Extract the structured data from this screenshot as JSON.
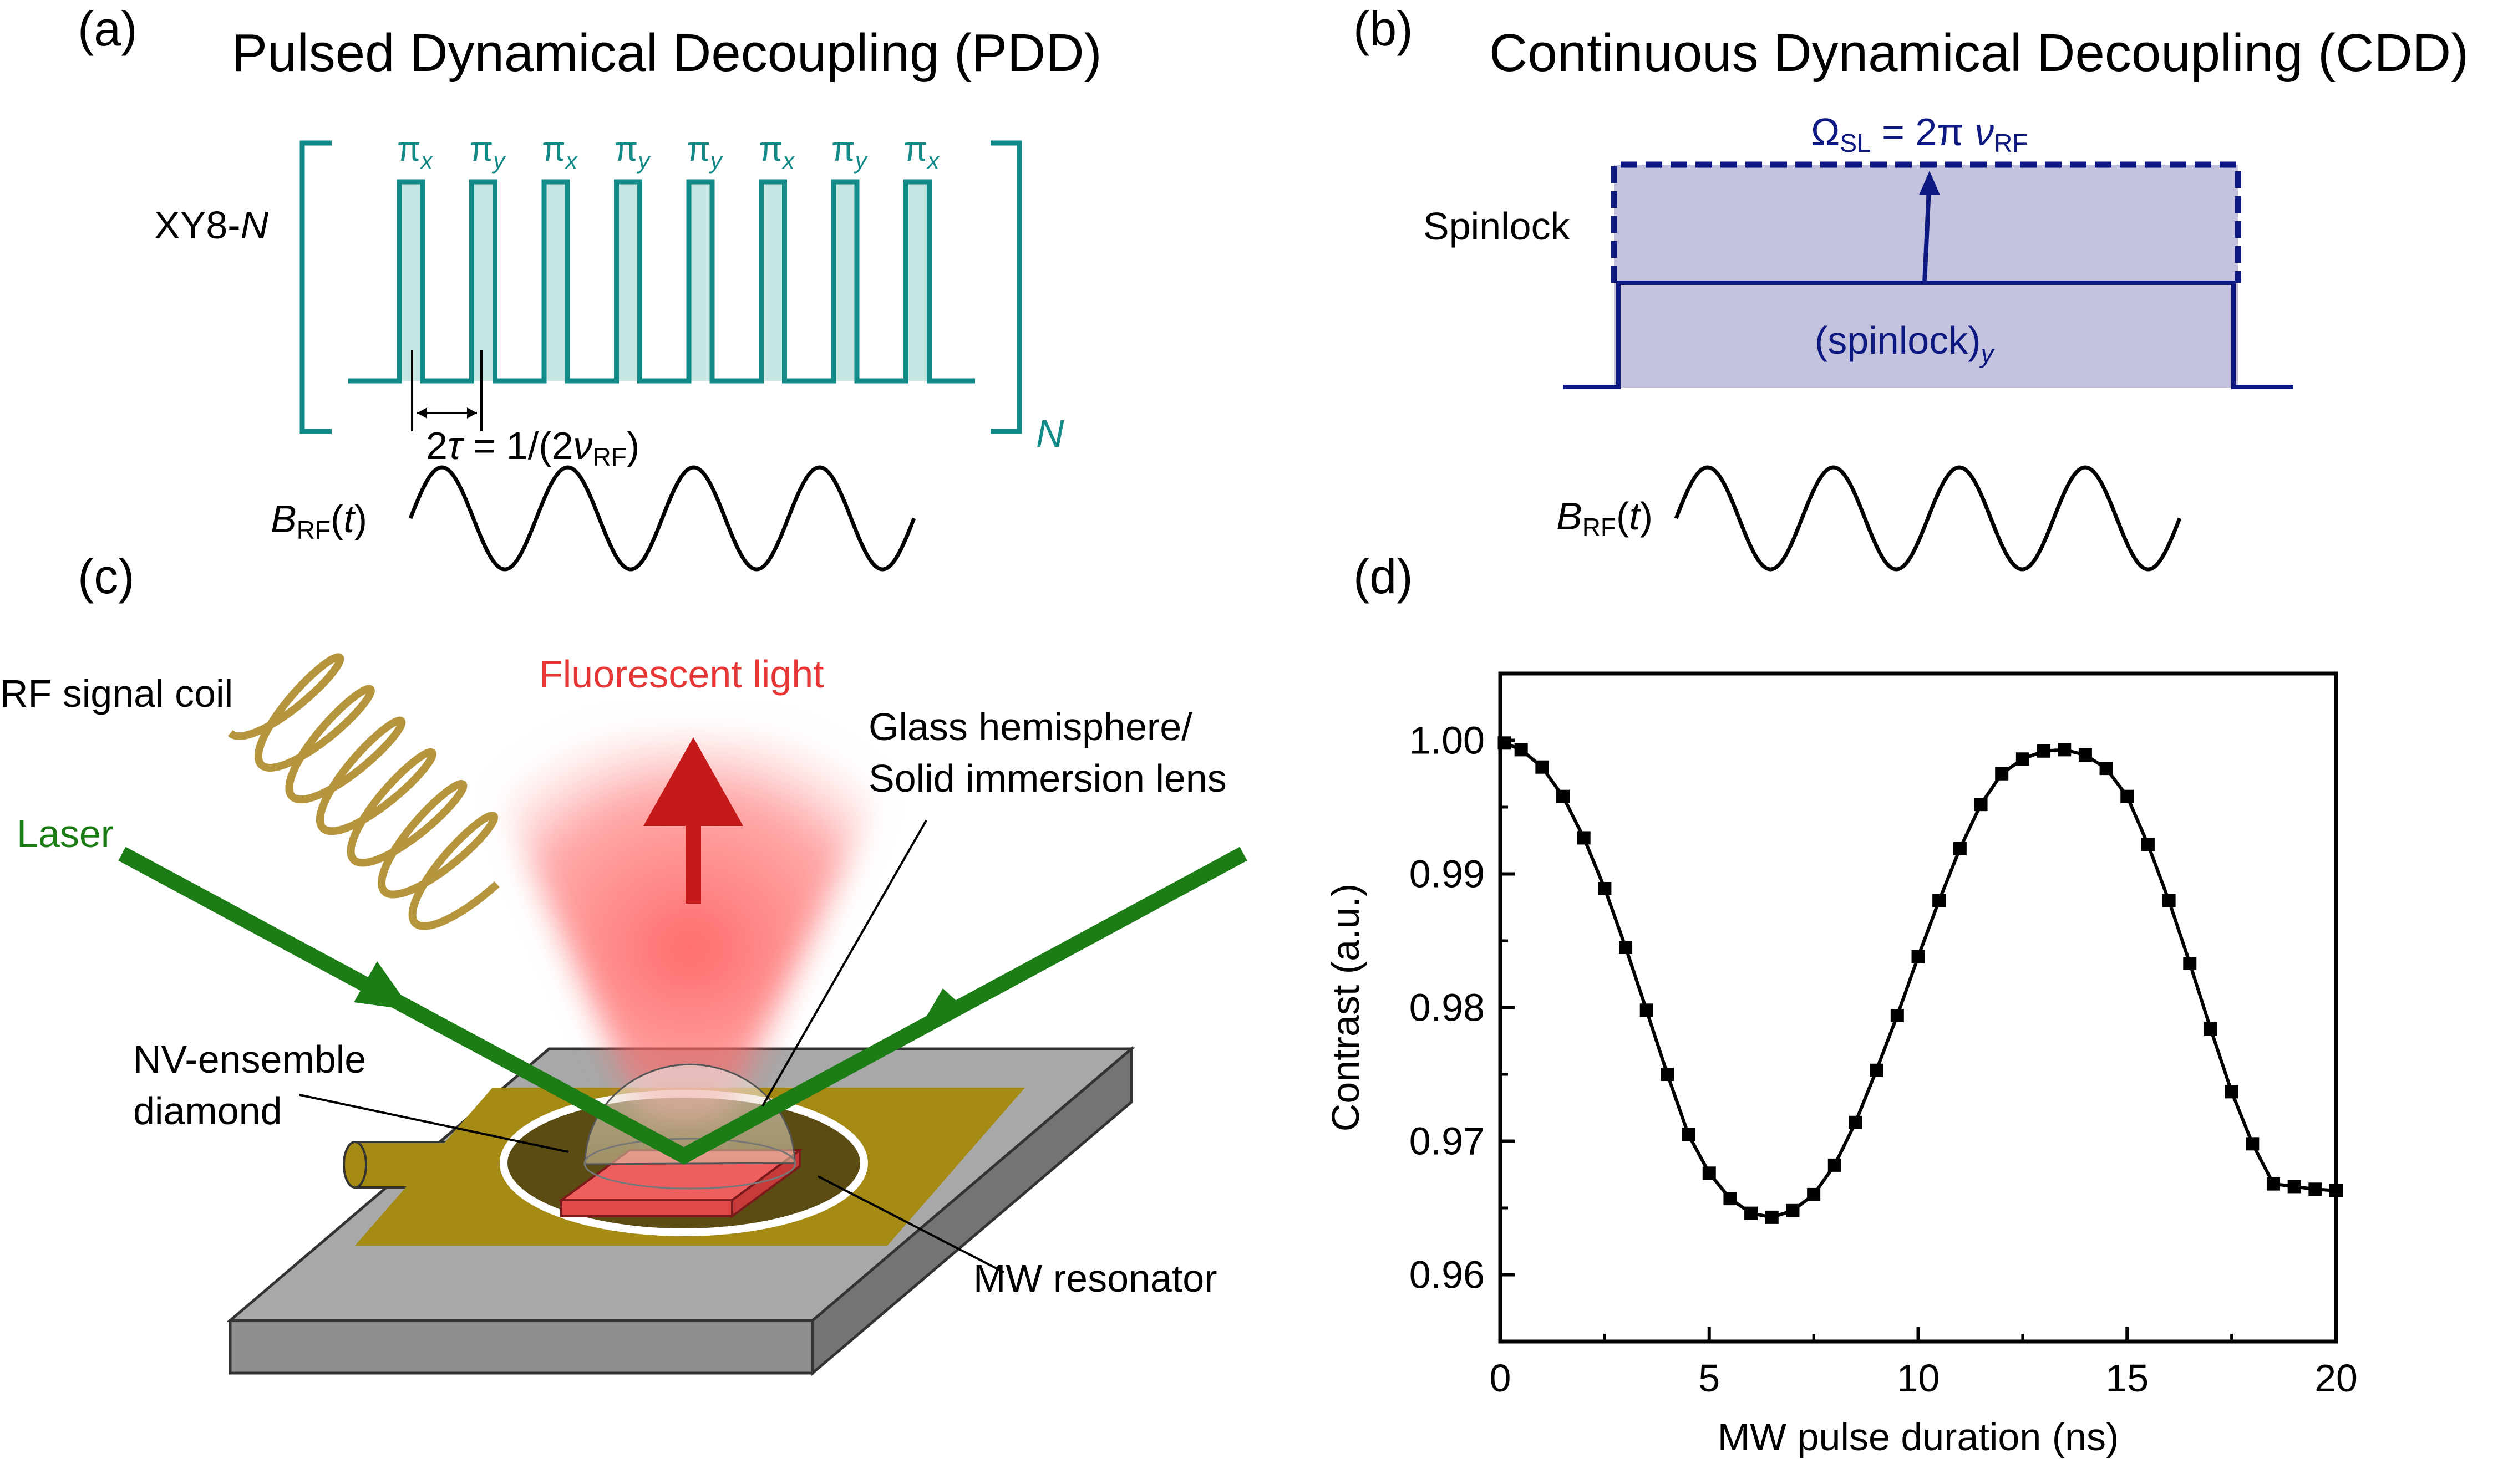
{
  "panels": {
    "a": {
      "tag": "(a)",
      "title": "Pulsed Dynamical Decoupling (PDD)",
      "sequence_label_main": "XY8-",
      "sequence_label_italic": "N",
      "repeat_label": "N",
      "pulses": [
        {
          "axis": "x"
        },
        {
          "axis": "y"
        },
        {
          "axis": "x"
        },
        {
          "axis": "y"
        },
        {
          "axis": "y"
        },
        {
          "axis": "x"
        },
        {
          "axis": "y"
        },
        {
          "axis": "x"
        }
      ],
      "pulse_symbol": "π",
      "spacing_label": {
        "prefix": "2",
        "tau": "τ",
        "eq": " = 1/(2",
        "nu": "ν",
        "sub": "RF",
        "close": ")"
      },
      "field_label": {
        "B": "B",
        "sub": "RF",
        "open": "(",
        "t": "t",
        "close": ")"
      }
    },
    "b": {
      "tag": "(b)",
      "title": "Continuous Dynamical Decoupling (CDD)",
      "omega_label": {
        "omega": "Ω",
        "sub": "SL",
        "eq": " = 2π ",
        "nu": "ν",
        "sub2": "RF"
      },
      "spinlock_label": "Spinlock",
      "pulse_label": {
        "main": "(spinlock)",
        "sub": "y"
      },
      "field_label": {
        "B": "B",
        "sub": "RF",
        "open": "(",
        "t": "t",
        "close": ")"
      }
    },
    "c": {
      "tag": "(c)",
      "labels": {
        "rf_coil": "RF signal coil",
        "fluorescent": "Fluorescent light",
        "laser": "Laser",
        "hemisphere_1": "Glass hemisphere/",
        "hemisphere_2": "Solid immersion lens",
        "diamond_1": "NV-ensemble",
        "diamond_2": "diamond",
        "resonator": "MW resonator"
      }
    },
    "d": {
      "tag": "(d)"
    }
  },
  "colors": {
    "pdd": "#128a87",
    "pdd_fill": "#c6e6e3",
    "cdd": "#0d1880",
    "cdd_fill": "#c3c3e0",
    "laser": "#1c7d16",
    "fluorescence": "#e53535",
    "coil": "#b5953d",
    "board": "#a8a8a8",
    "resonator": "#a58a14",
    "diamond": "#ee5e5e"
  },
  "chart_data": {
    "type": "line",
    "xlabel": "MW pulse duration (ns)",
    "ylabel": "Contrast (a.u.)",
    "xlim": [
      0,
      20
    ],
    "ylim": [
      0.955,
      1.005
    ],
    "xticks": [
      0,
      5,
      10,
      15,
      20
    ],
    "yticks": [
      0.96,
      0.97,
      0.98,
      0.99,
      1.0
    ],
    "ytick_labels": [
      "0.96",
      "0.97",
      "0.98",
      "0.99",
      "1.00"
    ],
    "marker": "square",
    "series": [
      {
        "x": [
          0.1,
          0.5,
          1.0,
          1.5,
          2.0,
          2.5,
          3.0,
          3.5,
          4.0,
          4.5,
          5.0,
          5.5,
          6.0,
          6.5,
          7.0,
          7.5,
          8.0,
          8.5,
          9.0,
          9.5,
          10.0,
          10.5,
          11.0,
          11.5,
          12.0,
          12.5,
          13.0,
          13.5,
          14.0,
          14.5,
          15.0,
          15.5,
          16.0,
          16.5,
          17.0,
          17.5,
          18.0,
          18.5,
          19.0,
          19.5,
          20.0
        ],
        "y": [
          0.9998,
          0.9993,
          0.998,
          0.9958,
          0.9927,
          0.9889,
          0.9845,
          0.9798,
          0.975,
          0.9705,
          0.9676,
          0.9657,
          0.9646,
          0.9643,
          0.9648,
          0.966,
          0.9682,
          0.9714,
          0.9753,
          0.9794,
          0.9838,
          0.988,
          0.9919,
          0.9952,
          0.9975,
          0.9986,
          0.9992,
          0.9993,
          0.9989,
          0.9979,
          0.9958,
          0.9922,
          0.988,
          0.9833,
          0.9784,
          0.9737,
          0.9698,
          0.9668,
          0.9666,
          0.9664,
          0.9663
        ]
      }
    ]
  }
}
